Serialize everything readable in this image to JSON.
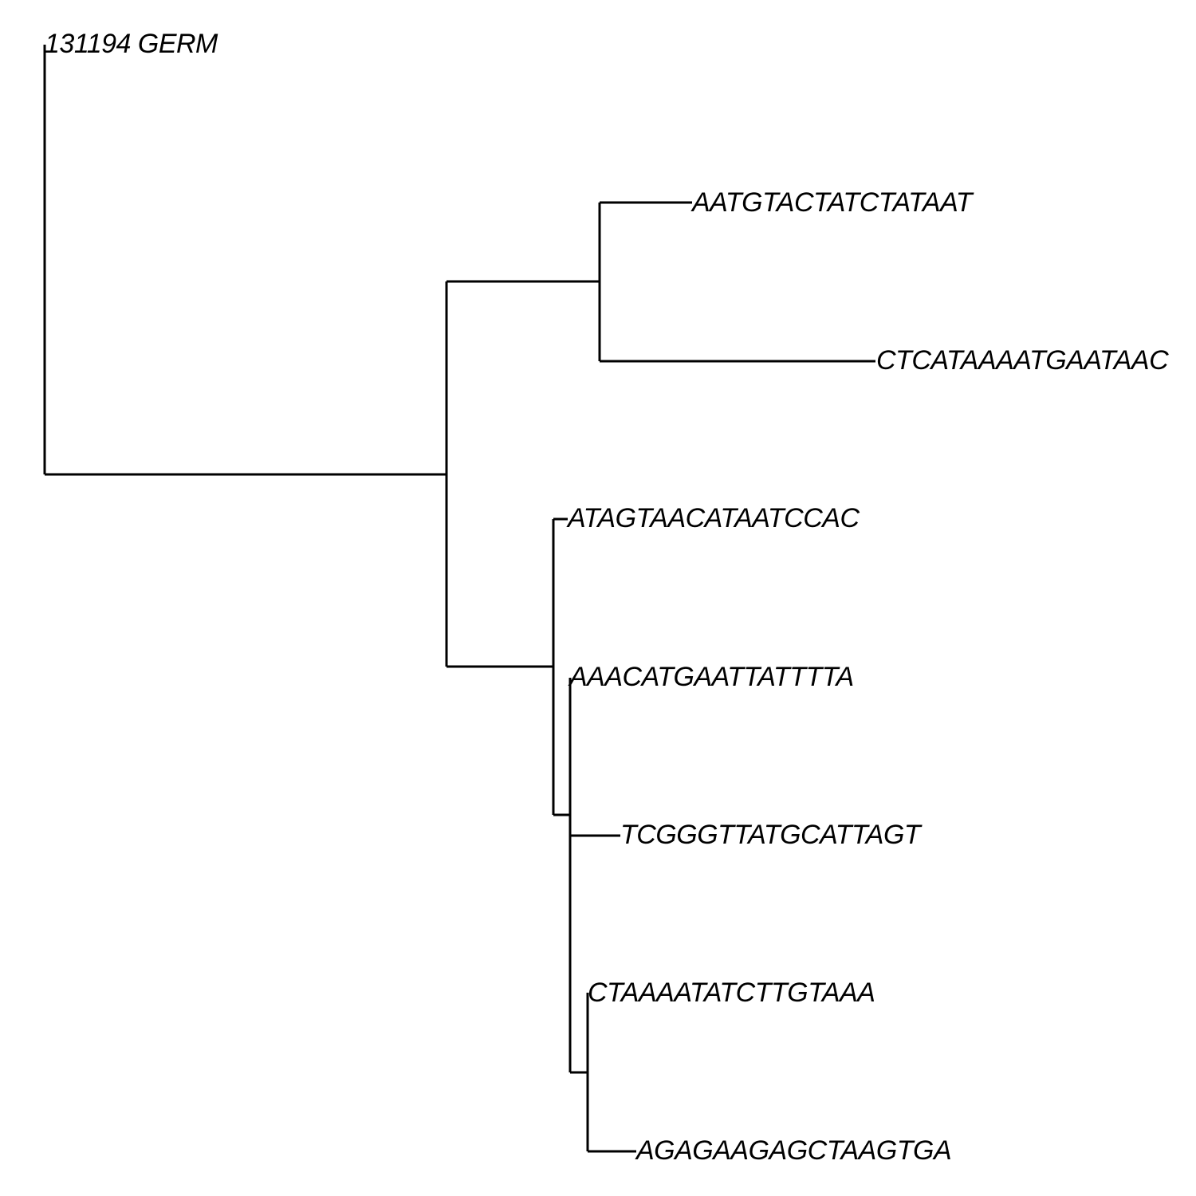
{
  "tree": {
    "root_label": "131194 GERM",
    "tips": [
      {
        "id": "germ",
        "label": "131194 GERM"
      },
      {
        "id": "t1",
        "label": "AATGTACTATCTATAAT"
      },
      {
        "id": "t2",
        "label": "CTCATAAAATGAATAAC"
      },
      {
        "id": "t3",
        "label": "ATAGTAACATAATCCAC"
      },
      {
        "id": "t4",
        "label": "AAACATGAATTATTTTA"
      },
      {
        "id": "t5",
        "label": "TCGGGTTATGCATTAGT"
      },
      {
        "id": "t6",
        "label": "CTAAAATATCTTGTAAA"
      },
      {
        "id": "t7",
        "label": "AGAGAAGAGCTAAGTGA"
      }
    ]
  }
}
